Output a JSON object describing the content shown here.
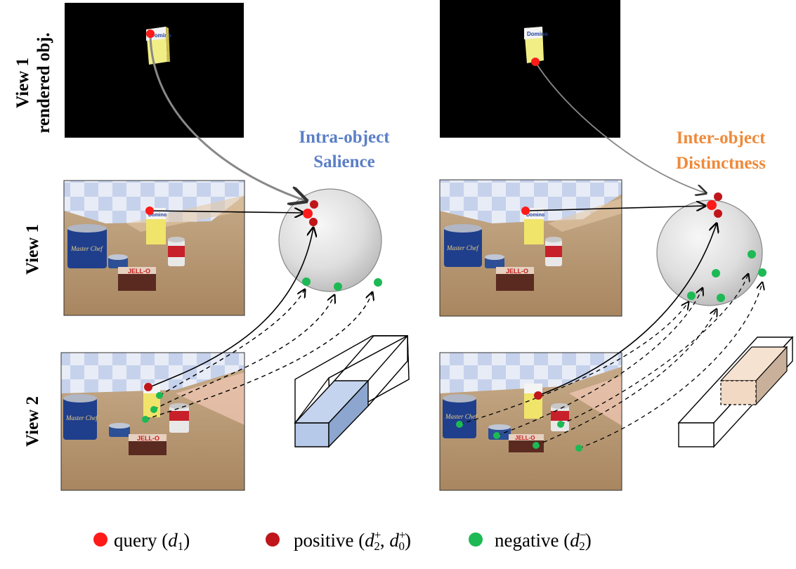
{
  "row_labels": {
    "view1_rendered_line1": "View 1",
    "view1_rendered_line2": "rendered obj.",
    "view1": "View 1",
    "view2": "View 2"
  },
  "left_panel": {
    "title_line1": "Intra-object",
    "title_line2": "Salience",
    "title_color": "#5b7fc6"
  },
  "right_panel": {
    "title_line1": "Inter-object",
    "title_line2": "Distinctness",
    "title_color": "#ef8a3a"
  },
  "product_labels": {
    "domino": "Domino",
    "master_chef": "Master Chef",
    "jello": "JELL-O"
  },
  "legend": {
    "query": {
      "prefix": "query (",
      "var": "d",
      "sub": "1",
      "suffix": ")",
      "color": "#ff1a1a"
    },
    "positive": {
      "prefix": "positive (",
      "var1": "d",
      "sup1": "+",
      "sub1": "2",
      "sep": ", ",
      "var2": "d",
      "sup2": "+",
      "sub2": "0",
      "suffix": ")",
      "color": "#c0151a"
    },
    "negative": {
      "prefix": "negative (",
      "var": "d",
      "sup": "−",
      "sub": "2",
      "suffix": ")",
      "color": "#1db954"
    }
  },
  "colors": {
    "query": "#ff1a1a",
    "positive": "#c0151a",
    "negative": "#1db954",
    "feature_blue": "#b7c9e8",
    "feature_orange": "#f2d9c4"
  }
}
